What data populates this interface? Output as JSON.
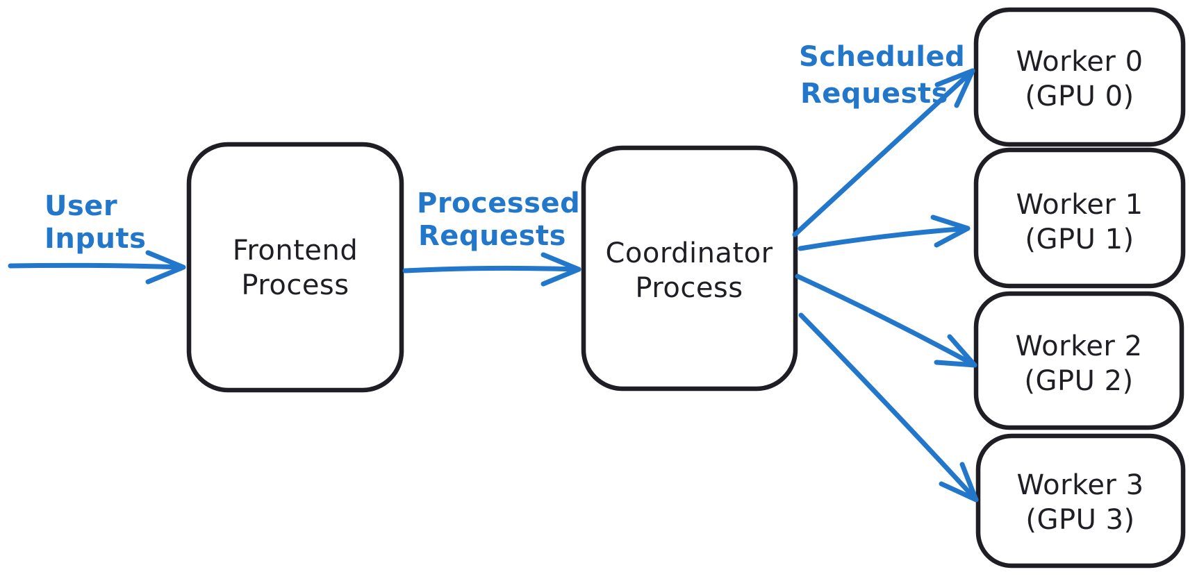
{
  "diagram": {
    "background_color": "#ffffff",
    "ink_color": "#1e1e24",
    "accent_color": "#2277cb",
    "nodes": [
      {
        "id": "frontend-process",
        "lines": [
          "Frontend",
          "Process"
        ]
      },
      {
        "id": "coordinator-process",
        "lines": [
          "Coordinator",
          "Process"
        ]
      },
      {
        "id": "worker-0",
        "lines": [
          "Worker 0",
          "(GPU 0)"
        ]
      },
      {
        "id": "worker-1",
        "lines": [
          "Worker 1",
          "(GPU 1)"
        ]
      },
      {
        "id": "worker-2",
        "lines": [
          "Worker 2",
          "(GPU 2)"
        ]
      },
      {
        "id": "worker-3",
        "lines": [
          "Worker 3",
          "(GPU 3)"
        ]
      }
    ],
    "edge_labels": [
      {
        "id": "user-inputs",
        "lines": [
          "User",
          "Inputs"
        ],
        "from": "external",
        "to": "frontend-process"
      },
      {
        "id": "processed-requests",
        "lines": [
          "Processed",
          "Requests"
        ],
        "from": "frontend-process",
        "to": "coordinator-process"
      },
      {
        "id": "scheduled-requests",
        "lines": [
          "Scheduled",
          "Requests"
        ],
        "from": "coordinator-process",
        "to": "workers"
      }
    ]
  }
}
